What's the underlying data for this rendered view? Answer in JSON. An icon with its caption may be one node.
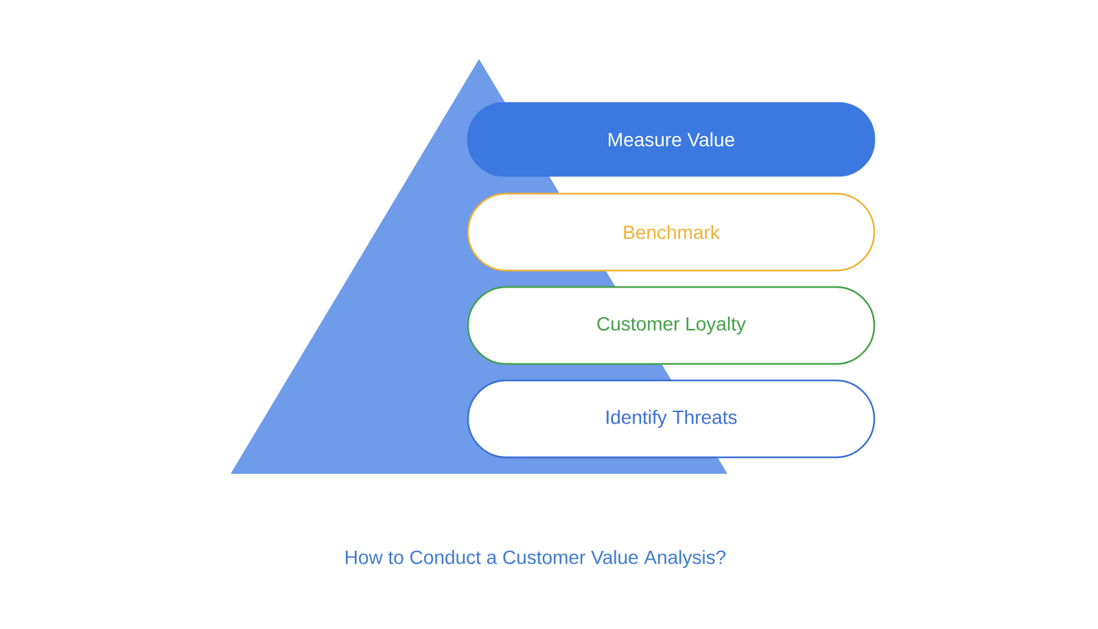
{
  "diagram": {
    "caption": "How to Conduct a Customer Value Analysis?",
    "nodes": [
      {
        "text": [
          "Measure Value"
        ]
      },
      {
        "text": [
          "Benchmark"
        ]
      },
      {
        "text": [
          "Customer Loyalty"
        ]
      },
      {
        "text": [
          "Identify Threats"
        ]
      }
    ]
  }
}
